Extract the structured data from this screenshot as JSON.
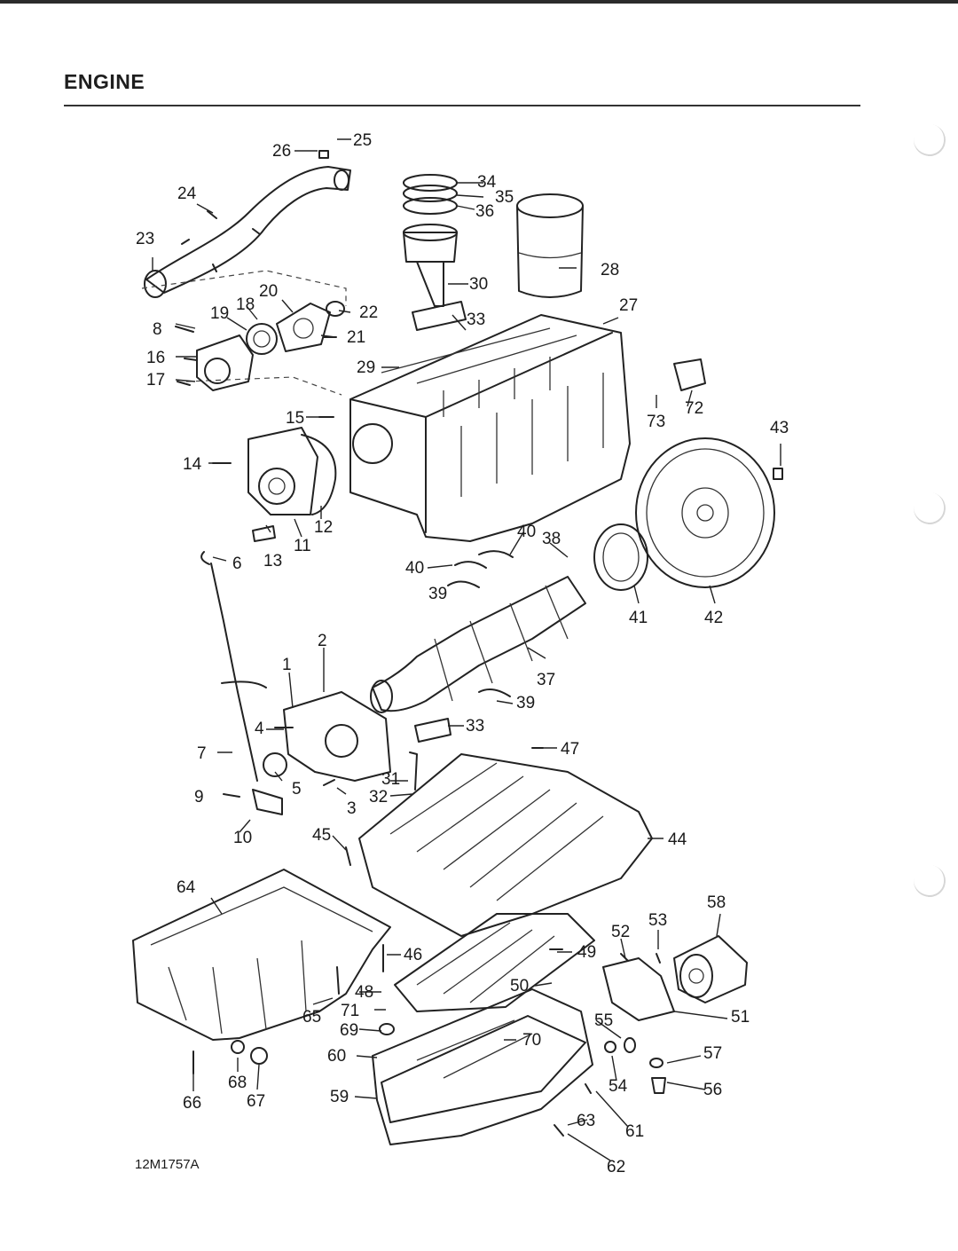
{
  "header": {
    "title": "ENGINE"
  },
  "figure": {
    "code": "12M1757A",
    "callouts": [
      {
        "id": "c1",
        "text": "1"
      },
      {
        "id": "c2",
        "text": "2"
      },
      {
        "id": "c3",
        "text": "3"
      },
      {
        "id": "c4",
        "text": "4"
      },
      {
        "id": "c5",
        "text": "5"
      },
      {
        "id": "c6",
        "text": "6"
      },
      {
        "id": "c7",
        "text": "7"
      },
      {
        "id": "c8",
        "text": "8"
      },
      {
        "id": "c9",
        "text": "9"
      },
      {
        "id": "c10",
        "text": "10"
      },
      {
        "id": "c11",
        "text": "11"
      },
      {
        "id": "c12",
        "text": "12"
      },
      {
        "id": "c13",
        "text": "13"
      },
      {
        "id": "c14",
        "text": "14"
      },
      {
        "id": "c15",
        "text": "15"
      },
      {
        "id": "c16",
        "text": "16"
      },
      {
        "id": "c17",
        "text": "17"
      },
      {
        "id": "c18",
        "text": "18"
      },
      {
        "id": "c19",
        "text": "19"
      },
      {
        "id": "c20",
        "text": "20"
      },
      {
        "id": "c21",
        "text": "21"
      },
      {
        "id": "c22",
        "text": "22"
      },
      {
        "id": "c23",
        "text": "23"
      },
      {
        "id": "c24",
        "text": "24"
      },
      {
        "id": "c25",
        "text": "25"
      },
      {
        "id": "c26",
        "text": "26"
      },
      {
        "id": "c27",
        "text": "27"
      },
      {
        "id": "c28",
        "text": "28"
      },
      {
        "id": "c29",
        "text": "29"
      },
      {
        "id": "c30",
        "text": "30"
      },
      {
        "id": "c31",
        "text": "31"
      },
      {
        "id": "c32",
        "text": "32"
      },
      {
        "id": "c33a",
        "text": "33"
      },
      {
        "id": "c33b",
        "text": "33"
      },
      {
        "id": "c34",
        "text": "34"
      },
      {
        "id": "c35",
        "text": "35"
      },
      {
        "id": "c36",
        "text": "36"
      },
      {
        "id": "c37",
        "text": "37"
      },
      {
        "id": "c38",
        "text": "38"
      },
      {
        "id": "c39a",
        "text": "39"
      },
      {
        "id": "c39b",
        "text": "39"
      },
      {
        "id": "c40a",
        "text": "40"
      },
      {
        "id": "c40b",
        "text": "40"
      },
      {
        "id": "c41",
        "text": "41"
      },
      {
        "id": "c42",
        "text": "42"
      },
      {
        "id": "c43",
        "text": "43"
      },
      {
        "id": "c44",
        "text": "44"
      },
      {
        "id": "c45",
        "text": "45"
      },
      {
        "id": "c46",
        "text": "46"
      },
      {
        "id": "c47",
        "text": "47"
      },
      {
        "id": "c48",
        "text": "48"
      },
      {
        "id": "c49",
        "text": "49"
      },
      {
        "id": "c50",
        "text": "50"
      },
      {
        "id": "c51",
        "text": "51"
      },
      {
        "id": "c52",
        "text": "52"
      },
      {
        "id": "c53",
        "text": "53"
      },
      {
        "id": "c54",
        "text": "54"
      },
      {
        "id": "c55",
        "text": "55"
      },
      {
        "id": "c56",
        "text": "56"
      },
      {
        "id": "c57",
        "text": "57"
      },
      {
        "id": "c58",
        "text": "58"
      },
      {
        "id": "c59",
        "text": "59"
      },
      {
        "id": "c60",
        "text": "60"
      },
      {
        "id": "c61",
        "text": "61"
      },
      {
        "id": "c62",
        "text": "62"
      },
      {
        "id": "c63",
        "text": "63"
      },
      {
        "id": "c64",
        "text": "64"
      },
      {
        "id": "c65",
        "text": "65"
      },
      {
        "id": "c66",
        "text": "66"
      },
      {
        "id": "c67",
        "text": "67"
      },
      {
        "id": "c68",
        "text": "68"
      },
      {
        "id": "c69",
        "text": "69"
      },
      {
        "id": "c70",
        "text": "70"
      },
      {
        "id": "c71",
        "text": "71"
      },
      {
        "id": "c72",
        "text": "72"
      },
      {
        "id": "c73",
        "text": "73"
      }
    ]
  }
}
